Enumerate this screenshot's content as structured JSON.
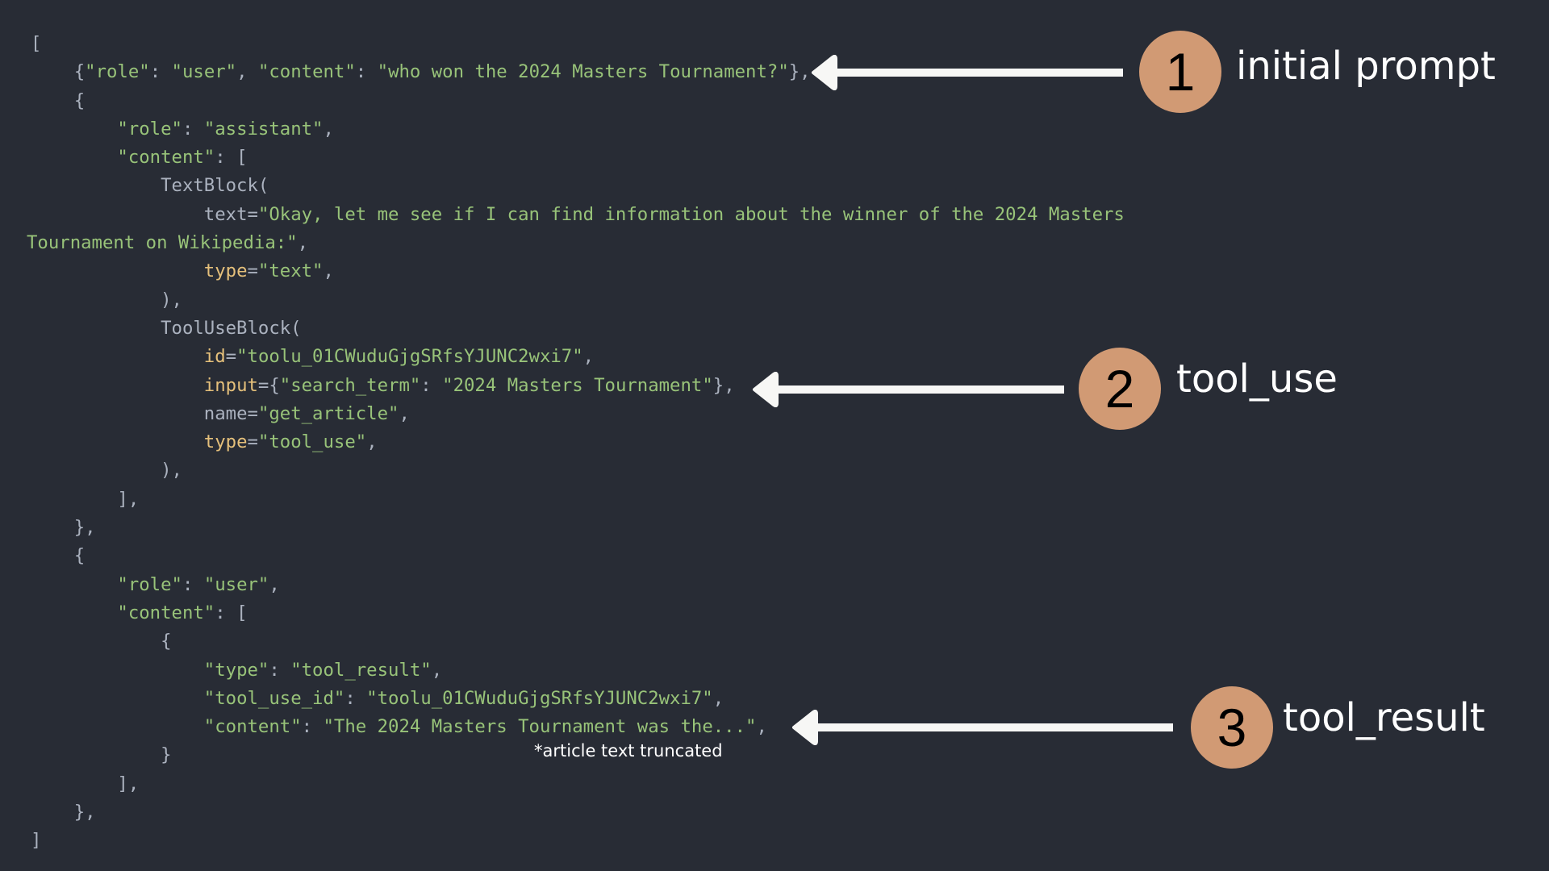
{
  "colors": {
    "background": "#282c35",
    "string": "#98c379",
    "keyword": "#e5c07b",
    "punctuation": "#abb2bf",
    "badge": "#d19a74",
    "annotation": "#ffffff"
  },
  "code": {
    "l0": "[",
    "l1": {
      "open": "{",
      "k1": "\"role\"",
      "colon1": ": ",
      "v1": "\"user\"",
      "comma1": ", ",
      "k2": "\"content\"",
      "colon2": ": ",
      "v2": "\"who won the 2024 Masters Tournament?\"",
      "close": "},"
    },
    "l2": "{",
    "l3": {
      "k": "\"role\"",
      "sep": ": ",
      "v": "\"assistant\"",
      "end": ","
    },
    "l4": {
      "k": "\"content\"",
      "sep": ": ["
    },
    "l5": "TextBlock(",
    "l6": {
      "k": "text",
      "eq": "=",
      "v": "\"Okay, let me see if I can find information about the winner of the 2024 Masters"
    },
    "l7": {
      "v": "Tournament on Wikipedia:\"",
      "end": ","
    },
    "l8": {
      "k": "type",
      "eq": "=",
      "v": "\"text\"",
      "end": ","
    },
    "l9": "),",
    "l10": "ToolUseBlock(",
    "l11": {
      "k": "id",
      "eq": "=",
      "v": "\"toolu_01CWuduGjgSRfsYJUNC2wxi7\"",
      "end": ","
    },
    "l12": {
      "k": "input",
      "eq": "={",
      "k2": "\"search_term\"",
      "sep": ": ",
      "v": "\"2024 Masters Tournament\"",
      "end": "},"
    },
    "l13": {
      "k": "name",
      "eq": "=",
      "v": "\"get_article\"",
      "end": ","
    },
    "l14": {
      "k": "type",
      "eq": "=",
      "v": "\"tool_use\"",
      "end": ","
    },
    "l15": "),",
    "l16": "],",
    "l17": "},",
    "l18": "{",
    "l19": {
      "k": "\"role\"",
      "sep": ": ",
      "v": "\"user\"",
      "end": ","
    },
    "l20": {
      "k": "\"content\"",
      "sep": ": ["
    },
    "l21": "{",
    "l22": {
      "k": "\"type\"",
      "sep": ": ",
      "v": "\"tool_result\"",
      "end": ","
    },
    "l23": {
      "k": "\"tool_use_id\"",
      "sep": ": ",
      "v": "\"toolu_01CWuduGjgSRfsYJUNC2wxi7\"",
      "end": ","
    },
    "l24": {
      "k": "\"content\"",
      "sep": ": ",
      "v": "\"The 2024 Masters Tournament was the...\"",
      "end": ","
    },
    "l25": "}",
    "l26": "],",
    "l27": "},",
    "l28": "]"
  },
  "annotations": [
    {
      "number": "1",
      "label": "initial prompt"
    },
    {
      "number": "2",
      "label": "tool_use"
    },
    {
      "number": "3",
      "label": "tool_result"
    }
  ],
  "note": "*article text truncated"
}
